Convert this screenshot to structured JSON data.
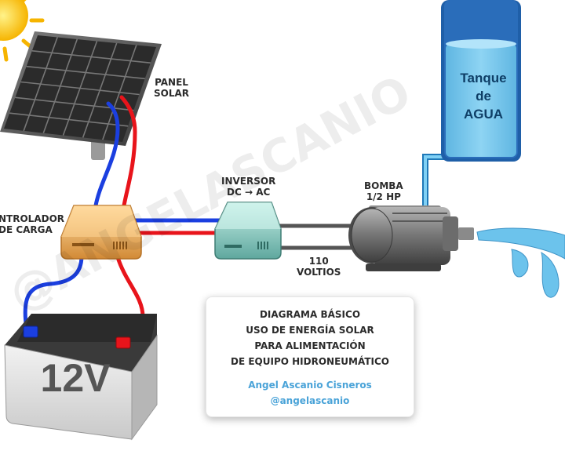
{
  "labels": {
    "panel": [
      "PANEL",
      "SOLAR"
    ],
    "controller": [
      "NTROLADOR",
      "DE CARGA"
    ],
    "inverter": [
      "INVERSOR",
      "DC → AC"
    ],
    "pump": [
      "BOMBA",
      "1/2 HP"
    ],
    "voltage": [
      "110",
      "VOLTIOS"
    ],
    "tank": [
      "Tanque",
      "de",
      "AGUA"
    ],
    "battery": "12V"
  },
  "card": {
    "lines": [
      "DIAGRAMA BÁSICO",
      "USO DE ENERGÍA SOLAR",
      "PARA ALIMENTACIÓN",
      "DE EQUIPO HIDRONEUMÁTICO"
    ],
    "author": "Angel Ascanio Cisneros",
    "handle": "@angelascanio"
  },
  "watermark": "@ANGELASCANIO",
  "colors": {
    "wire_positive": "#e8141b",
    "wire_negative": "#1b3fe0",
    "wire_ac": "#555555",
    "tank_water": "#6cc3ec",
    "tank_body": "#1f5fa8",
    "water_pipe": "#59b4e6"
  }
}
